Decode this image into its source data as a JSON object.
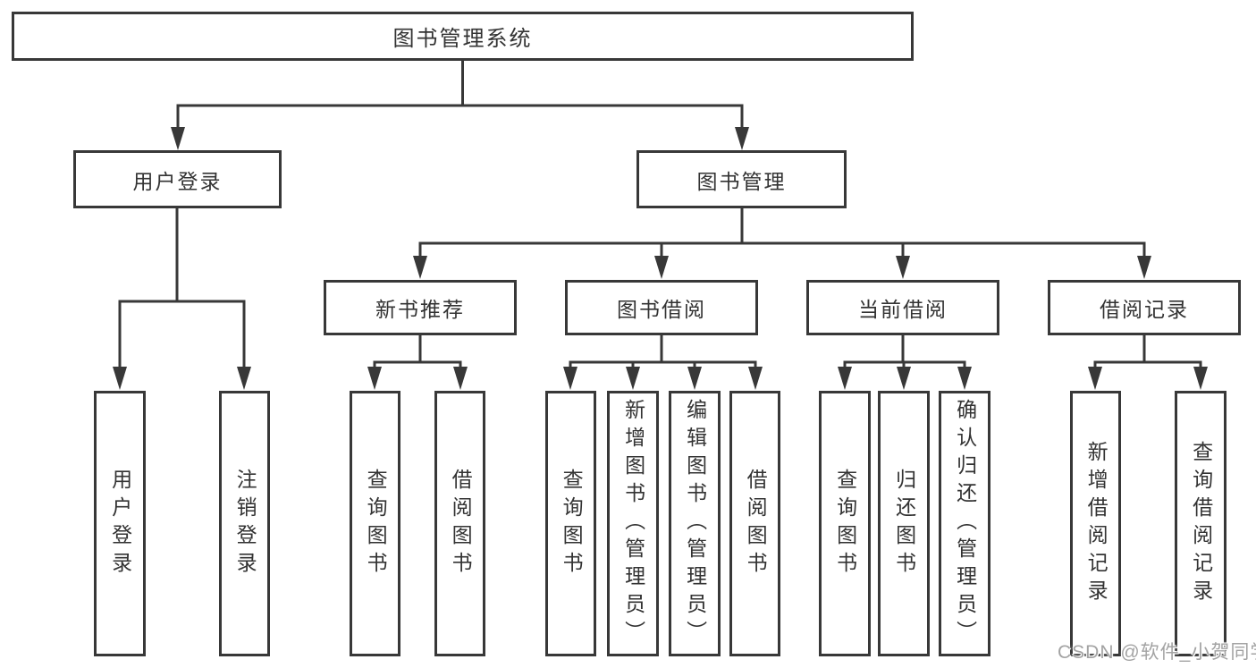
{
  "diagram_title": "图书管理系统",
  "tree": {
    "label": "图书管理系统",
    "children": [
      {
        "label": "用户登录",
        "children": [
          {
            "label": "用户登录"
          },
          {
            "label": "注销登录"
          }
        ]
      },
      {
        "label": "图书管理",
        "children": [
          {
            "label": "新书推荐",
            "children": [
              {
                "label": "查询图书"
              },
              {
                "label": "借阅图书"
              }
            ]
          },
          {
            "label": "图书借阅",
            "children": [
              {
                "label": "查询图书"
              },
              {
                "label": "新增图书（管理员）"
              },
              {
                "label": "编辑图书（管理员）"
              },
              {
                "label": "借阅图书"
              }
            ]
          },
          {
            "label": "当前借阅",
            "children": [
              {
                "label": "查询图书"
              },
              {
                "label": "归还图书"
              },
              {
                "label": "确认归还（管理员）"
              }
            ]
          },
          {
            "label": "借阅记录",
            "children": [
              {
                "label": "新增借阅记录"
              },
              {
                "label": "查询借阅记录"
              }
            ]
          }
        ]
      }
    ]
  },
  "watermark": "CSDN @软件_小贺同学",
  "colors": {
    "line": "#383838",
    "box_border": "#383838",
    "text": "#333333",
    "background": "#ffffff",
    "watermark": "#a3a3a3"
  }
}
